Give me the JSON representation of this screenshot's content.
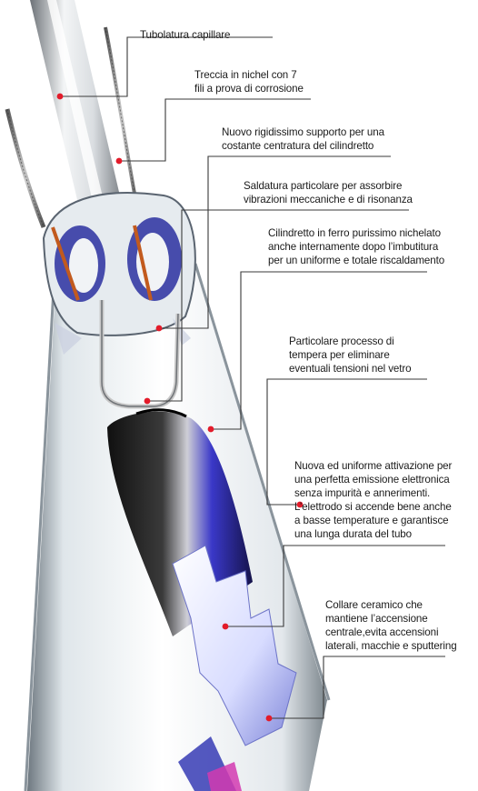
{
  "diagram": {
    "labels": [
      {
        "id": "tubolatura",
        "lines": [
          "Tubolatura capillare"
        ]
      },
      {
        "id": "treccia",
        "lines": [
          "Treccia in nichel con 7",
          "fili a prova di corrosione"
        ]
      },
      {
        "id": "supporto",
        "lines": [
          "Nuovo rigidissimo supporto per una",
          "costante centratura del cilindretto"
        ]
      },
      {
        "id": "saldatura",
        "lines": [
          "Saldatura particolare per assorbire",
          "vibrazioni meccaniche e di risonanza"
        ]
      },
      {
        "id": "cilindretto",
        "lines": [
          "Cilindretto in ferro purissimo nichelato",
          "anche internamente dopo l’imbutitura",
          "per un uniforme e totale riscaldamento"
        ]
      },
      {
        "id": "tempera",
        "lines": [
          "Particolare processo di",
          "tempera per eliminare",
          "eventuali tensioni nel vetro"
        ]
      },
      {
        "id": "attivazione",
        "lines": [
          "Nuova ed uniforme attivazione per",
          "una perfetta emissione elettronica",
          "senza impurità e annerimenti.",
          "L’elettrodo si accende bene anche",
          "a basse temperature e garantisce",
          "una lunga durata del tubo"
        ]
      },
      {
        "id": "collare",
        "lines": [
          "Collare ceramico che",
          "mantiene l’accensione",
          "centrale,evita accensioni",
          "laterali, macchie e sputtering"
        ]
      }
    ],
    "colors": {
      "leader": "#3a3a3a",
      "dot": "#e31b2a",
      "glass_edge": "#8a949c",
      "cathode_dark": "#141414",
      "cathode_blue": "#3a38c8",
      "copper": "#c25a1e",
      "frame": "#c8c8c8"
    }
  }
}
